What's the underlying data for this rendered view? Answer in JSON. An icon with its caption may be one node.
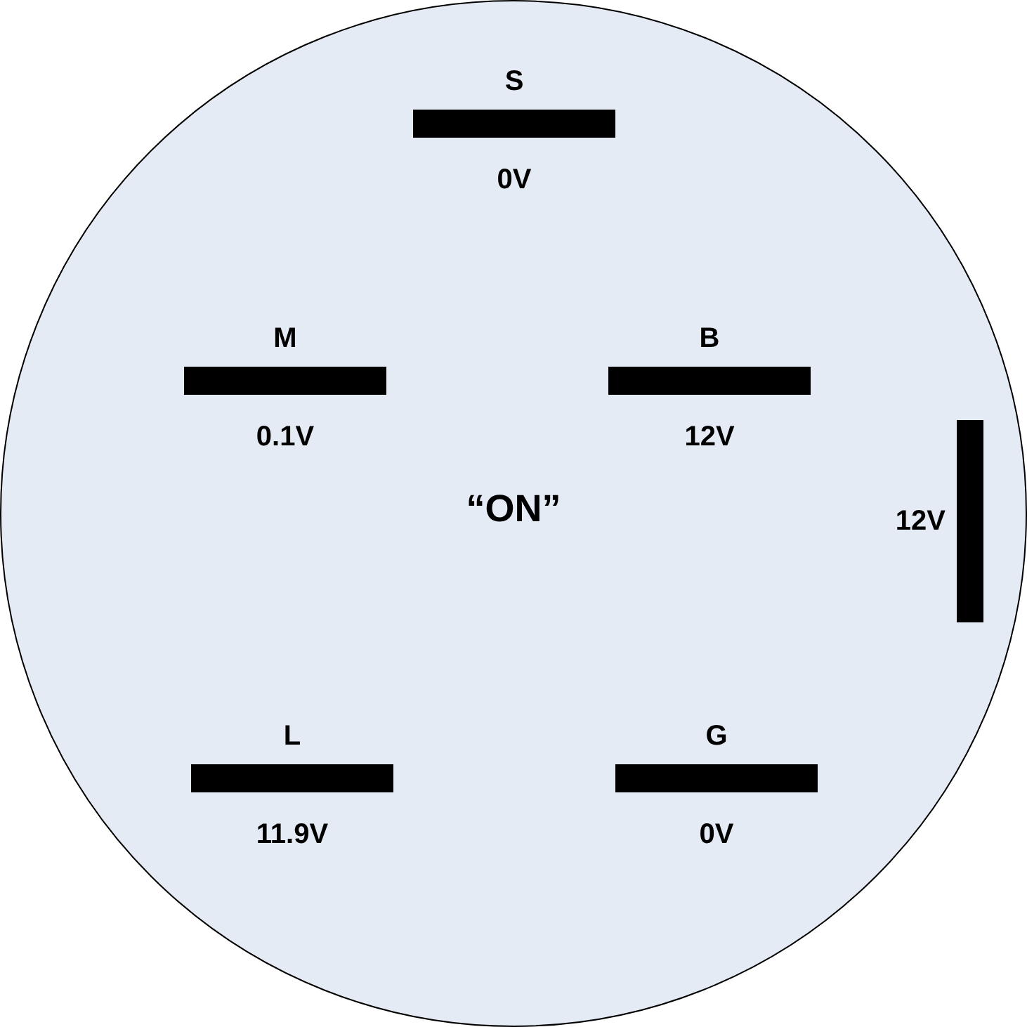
{
  "diagram": {
    "nodes": [
      {
        "text": [
          "“ON”"
        ]
      },
      {
        "text": [
          "S"
        ],
        "beside": [
          "0V"
        ],
        "in": 0
      },
      {
        "text": [
          "M"
        ],
        "beside": [
          "0.1V"
        ],
        "in": 0
      },
      {
        "text": [
          "B"
        ],
        "beside": [
          "12V"
        ],
        "in": 0
      },
      {
        "text": [],
        "shape": "bar",
        "beside": [
          "12V"
        ],
        "in": 0
      },
      {
        "text": [
          "L"
        ],
        "beside": [
          "11.9V"
        ],
        "in": 0
      },
      {
        "text": [
          "G"
        ],
        "beside": [
          "0V"
        ],
        "in": 0
      }
    ]
  }
}
